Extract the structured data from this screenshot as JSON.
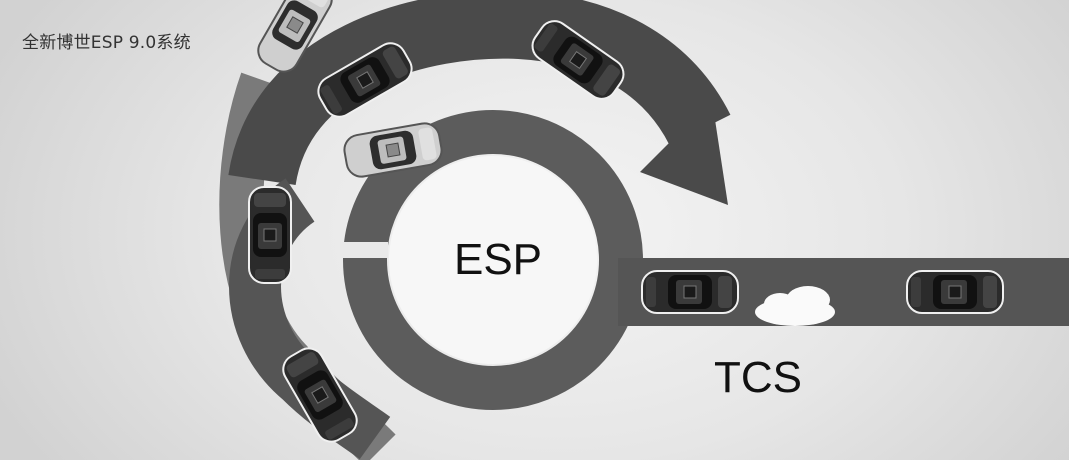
{
  "caption": "全新博世ESP 9.0系统",
  "labels": {
    "esp": "ESP",
    "tcs": "TCS"
  },
  "colors": {
    "track_dark": "#4a4a4a",
    "track_mid": "#6f6f6f",
    "ring": "#5c5c5c",
    "car_dark": "#2a2a2a",
    "car_light": "#d8d8d8"
  },
  "icons": [
    "esp-arc-arrow",
    "curved-track",
    "straight-road",
    "car-icon",
    "cloud-icon"
  ]
}
